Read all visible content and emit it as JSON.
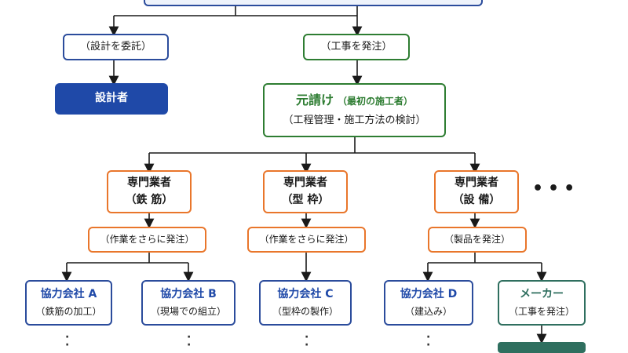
{
  "delegate_design": "（設計を委託）",
  "designer": "設計者",
  "order_construction": "（工事を発注）",
  "general_contractor": {
    "title": "元請け",
    "subtitle": "（最初の施工者）",
    "desc": "（工程管理・施工方法の検討）"
  },
  "specialists": [
    {
      "line1": "専門業者",
      "line2": "（鉄 筋）"
    },
    {
      "line1": "専門業者",
      "line2": "（型 枠）"
    },
    {
      "line1": "専門業者",
      "line2": "（設 備）"
    }
  ],
  "more": "•••",
  "sub_orders": [
    "（作業をさらに発注）",
    "（作業をさらに発注）",
    "（製品を発注）"
  ],
  "partners": [
    {
      "name": "協力会社 A",
      "desc": "（鉄筋の加工）"
    },
    {
      "name": "協力会社 B",
      "desc": "（現場での組立）"
    },
    {
      "name": "協力会社 C",
      "desc": "（型枠の製作）"
    },
    {
      "name": "協力会社 D",
      "desc": "（建込み）"
    }
  ],
  "maker": {
    "name": "メーカー",
    "desc": "（工事を発注）"
  },
  "colors": {
    "navy": "#1f49a8",
    "green": "#2e7d32",
    "orange": "#e9762b",
    "teal": "#2f6f5f"
  }
}
